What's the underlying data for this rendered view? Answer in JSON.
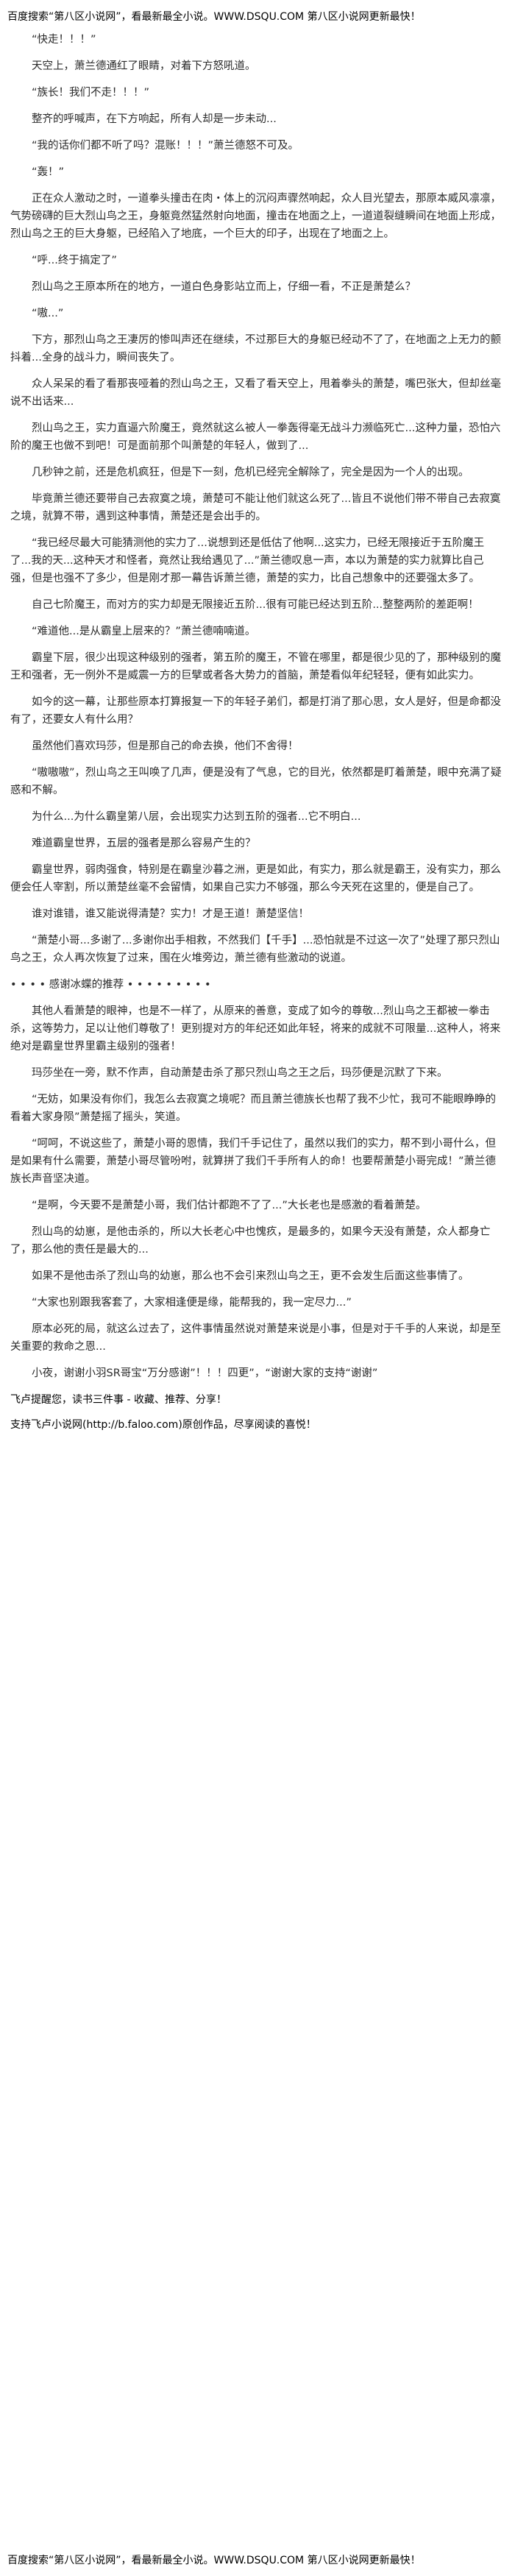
{
  "banner_top": "百度搜索“第八区小说网”，看最新最全小说。WWW.DSQU.COM 第八区小说网更新最快！",
  "banner_bottom": "百度搜索“第八区小说网”，看最新最全小说。WWW.DSQU.COM 第八区小说网更新最快！",
  "paragraphs": [
    "“快走！！！”",
    "天空上，萧兰德通红了眼睛，对着下方怒吼道。",
    "“族长！我们不走！！！”",
    "整齐的呼喊声，在下方响起，所有人却是一步未动...",
    "“我的话你们都不听了吗？混账！！！”萧兰德怒不可及。",
    "“轰！”",
    "正在众人激动之时，一道拳头撞击在肉・体上的沉闷声骤然响起，众人目光望去，那原本威风凛凛，气势磅礴的巨大烈山鸟之王，身躯竟然猛然射向地面，撞击在地面之上，一道道裂缝瞬间在地面上形成，烈山鸟之王的巨大身躯，已经陷入了地底，一个巨大的印子，出现在了地面之上。",
    "“呼...终于搞定了”",
    "烈山鸟之王原本所在的地方，一道白色身影站立而上，仔细一看，不正是萧楚么？",
    "“嗷...”",
    "下方，那烈山鸟之王凄厉的惨叫声还在继续，不过那巨大的身躯已经动不了了，在地面之上无力的颤抖着...全身的战斗力，瞬间丧失了。",
    "众人呆呆的看了看那丧哑着的烈山鸟之王，又看了看天空上，甩着拳头的萧楚，嘴巴张大，但却丝毫说不出话来...",
    "烈山鸟之王，实力直逼六阶魔王，竟然就这么被人一拳轰得毫无战斗力濒临死亡...这种力量，恐怕六阶的魔王也做不到吧！可是面前那个叫萧楚的年轻人，做到了...",
    "几秒钟之前，还是危机疯狂，但是下一刻，危机已经完全解除了，完全是因为一个人的出现。",
    "毕竟萧兰德还要带自己去寂寞之境，萧楚可不能让他们就这么死了...皆且不说他们带不带自己去寂寞之境，就算不带，遇到这种事情，萧楚还是会出手的。",
    "“我已经尽最大可能猜测他的实力了...说想到还是低估了他啊...这实力，已经无限接近于五阶魔王了...我的天...这种天才和怪者，竟然让我给遇见了...”萧兰德叹息一声，本以为萧楚的实力就算比自己强，但是也强不了多少，但是刚才那一幕告诉萧兰德，萧楚的实力，比自己想象中的还要强太多了。",
    "自己七阶魔王，而对方的实力却是无限接近五阶...很有可能已经达到五阶...整整两阶的差距啊！",
    "“难道他...是从霸皇上层来的？”萧兰德喃喃道。",
    "霸皇下层，很少出现这种级别的强者，第五阶的魔王，不管在哪里，都是很少见的了，那种级别的魔王和强者，无一例外不是威震一方的巨擘或者各大势力的首脑，萧楚看似年纪轻轻，便有如此实力。",
    "如今的这一幕，让那些原本打算报复一下的年轻子弟们，都是打消了那心思，女人是好，但是命都没有了，还要女人有什么用？",
    "虽然他们喜欢玛莎，但是那自己的命去换，他们不舍得！",
    "“嗷嗷嗷”，烈山鸟之王叫唤了几声，便是没有了气息，它的目光，依然都是盯着萧楚，眼中充满了疑惑和不解。",
    "为什么...为什么霸皇第八层，会出现实力达到五阶的强者...它不明白...",
    "难道霸皇世界，五层的强者是那么容易产生的？",
    "霸皇世界，弱肉强食，特别是在霸皇沙暮之洲，更是如此，有实力，那么就是霸王，没有实力，那么便会任人宰割，所以萧楚丝毫不会留情，如果自己实力不够强，那么今天死在这里的，便是自己了。",
    "谁对谁错，谁又能说得清楚？实力！才是王道！萧楚坚信！",
    "“萧楚小哥...多谢了...多谢你出手相救，不然我们【千手】...恐怕就是不过这一次了”处理了那只烈山鸟之王，众人再次恢复了过来，围在火堆旁边，萧兰德有些激动的说道。",
    "• • • • 感谢冰蝶的推荐 • • • • • • • • •",
    "其他人看萧楚的眼神，也是不一样了，从原来的善意，变成了如今的尊敬...烈山鸟之王都被一拳击杀，这等势力，足以让他们尊敬了！更别提对方的年纪还如此年轻，将来的成就不可限量...这种人，将来绝对是霸皇世界里霸主级别的强者！",
    "玛莎坐在一旁，默不作声，自动萧楚击杀了那只烈山鸟之王之后，玛莎便是沉默了下来。",
    "“无妨，如果没有你们，我怎么去寂寞之境呢？而且萧兰德族长也帮了我不少忙，我可不能眼睁睁的看着大家身陨”萧楚摇了摇头，笑道。",
    "“呵呵，不说这些了，萧楚小哥的恩情，我们千手记住了，虽然以我们的实力，帮不到小哥什么，但是如果有什么需要，萧楚小哥尽管吩咐，就算拼了我们千手所有人的命！也要帮萧楚小哥完成！”萧兰德族长声音坚决道。",
    "“是啊，今天要不是萧楚小哥，我们估计都跑不了了...”大长老也是感激的看着萧楚。",
    "烈山鸟的幼崽，是他击杀的，所以大长老心中也愧疚，是最多的，如果今天没有萧楚，众人都身亡了，那么他的责任是最大的...",
    "如果不是他击杀了烈山鸟的幼崽，那么也不会引来烈山鸟之王，更不会发生后面这些事情了。",
    "“大家也别跟我客套了，大家相逢便是缘，能帮我的，我一定尽力...”",
    "原本必死的局，就这么过去了，这件事情虽然说对萧楚来说是小事，但是对于千手的人来说，却是至关重要的救命之恩...",
    "小夜，谢谢小羽SR哥宝“万分感谢”！！！四更”，“谢谢大家的支持“谢谢”",
    "飞卢提醒您，读书三件事 - 收藏、推荐、分享！",
    "支持飞卢小说网(http://b.faloo.com)原创作品，尽享阅读的喜悦！"
  ]
}
